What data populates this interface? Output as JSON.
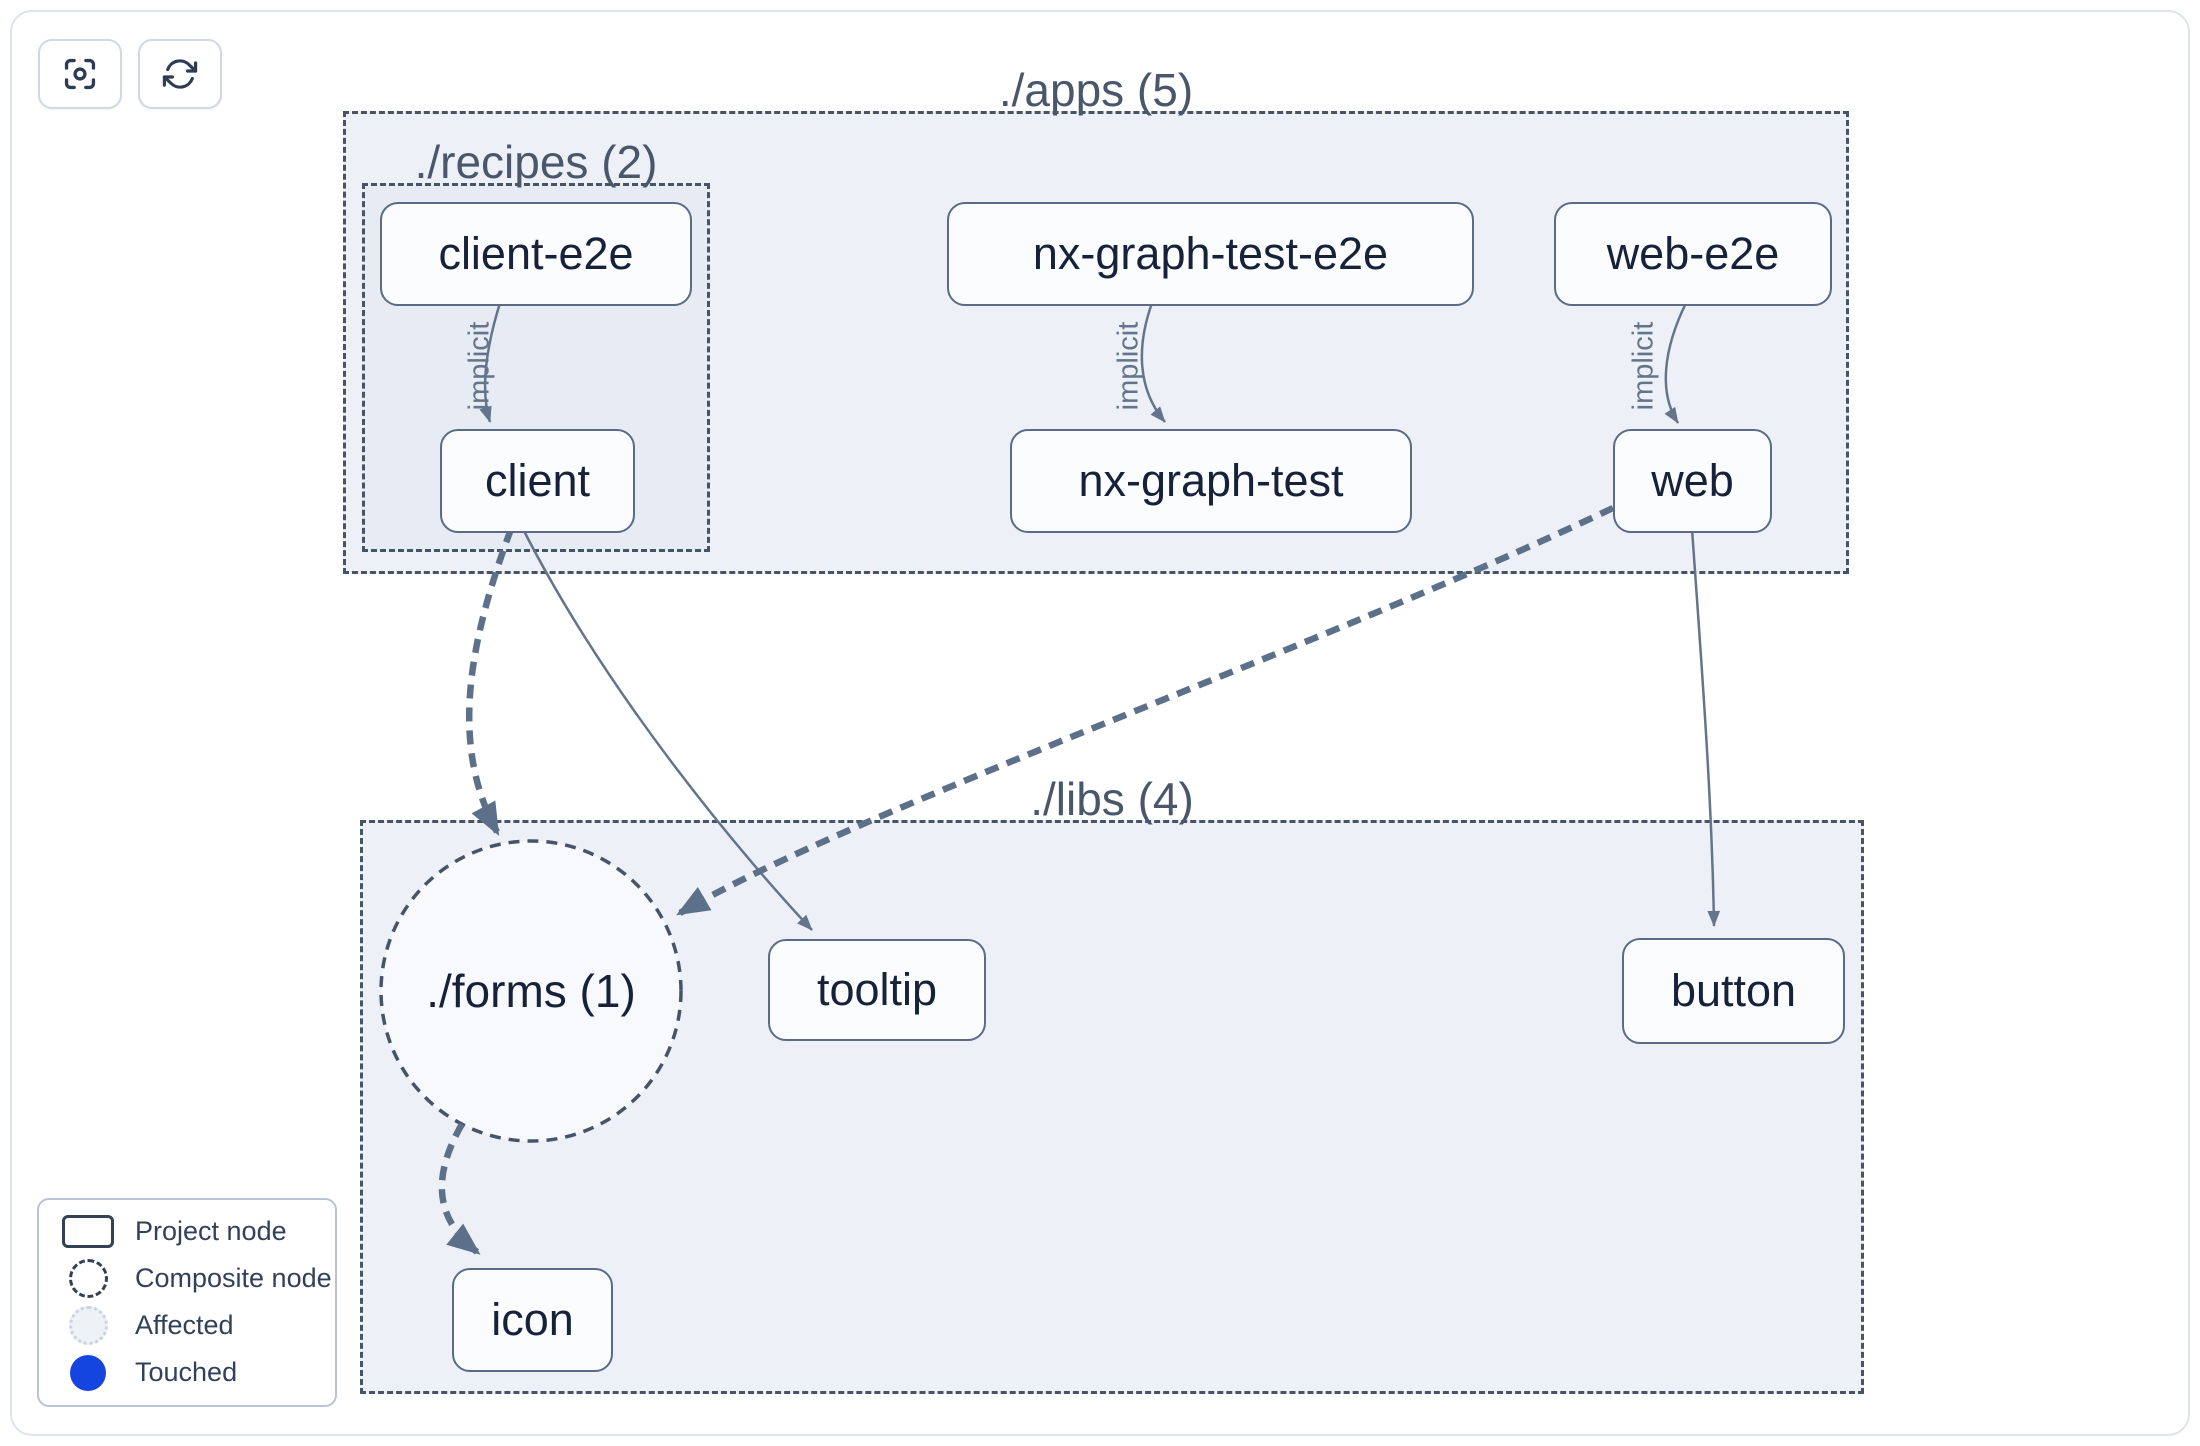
{
  "toolbar": {
    "focus_button": {
      "icon": "focus-crosshair-icon",
      "tooltip_hint": ""
    },
    "refresh_button": {
      "icon": "refresh-icon",
      "tooltip_hint": ""
    }
  },
  "graph": {
    "groups": {
      "apps": {
        "label": "./apps (5)"
      },
      "recipes": {
        "label": "./recipes (2)"
      },
      "libs": {
        "label": "./libs (4)"
      }
    },
    "nodes": {
      "client_e2e": {
        "label": "client-e2e"
      },
      "nx_graph_test_e2e": {
        "label": "nx-graph-test-e2e"
      },
      "web_e2e": {
        "label": "web-e2e"
      },
      "client": {
        "label": "client"
      },
      "nx_graph_test": {
        "label": "nx-graph-test"
      },
      "web": {
        "label": "web"
      },
      "tooltip": {
        "label": "tooltip"
      },
      "button": {
        "label": "button"
      },
      "icon": {
        "label": "icon"
      }
    },
    "composite_nodes": {
      "forms": {
        "label": "./forms (1)"
      }
    },
    "edges": [
      {
        "from": "client-e2e",
        "to": "client",
        "label": "implicit",
        "style": "thin-solid"
      },
      {
        "from": "nx-graph-test-e2e",
        "to": "nx-graph-test",
        "label": "implicit",
        "style": "thin-solid"
      },
      {
        "from": "web-e2e",
        "to": "web",
        "label": "implicit",
        "style": "thin-solid"
      },
      {
        "from": "client",
        "to": "./forms (1)",
        "label": "",
        "style": "thick-dashed"
      },
      {
        "from": "web",
        "to": "./forms (1)",
        "label": "",
        "style": "thick-dashed"
      },
      {
        "from": "./forms (1)",
        "to": "icon",
        "label": "",
        "style": "thick-dashed"
      },
      {
        "from": "client",
        "to": "tooltip",
        "label": "",
        "style": "thin-solid"
      },
      {
        "from": "web",
        "to": "button",
        "label": "",
        "style": "thin-solid"
      }
    ]
  },
  "legend": {
    "items": [
      {
        "label": "Project node",
        "swatch": "outlined-rectangle"
      },
      {
        "label": "Composite node",
        "swatch": "dashed-circle"
      },
      {
        "label": "Affected",
        "swatch": "dotted-light-circle"
      },
      {
        "label": "Touched",
        "swatch": "filled-blue-circle"
      }
    ]
  },
  "colors": {
    "touched_blue": "#1545e0",
    "affected_fill": "#eef1f5",
    "affected_border": "#c9d2dd",
    "container_fill": "#edf1f7",
    "container_border": "#475467",
    "node_fill": "#fbfcfe",
    "node_border": "#5b6b85",
    "node_text": "#17223a",
    "group_title_text": "#4a576b",
    "edge": "#64748b",
    "card_border": "#dde4ee"
  }
}
